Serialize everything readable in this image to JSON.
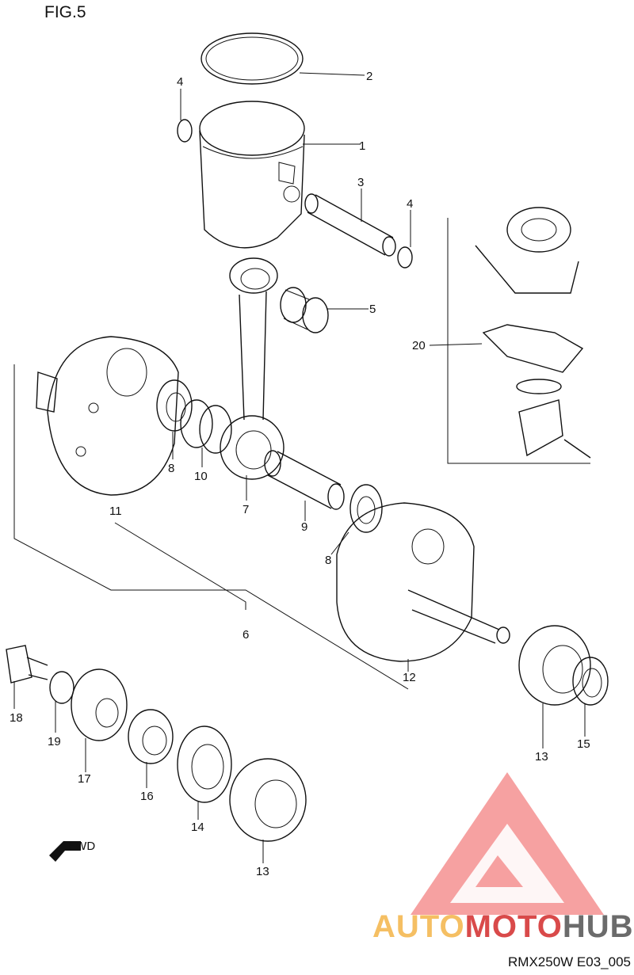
{
  "figure": {
    "title": "FIG.5",
    "code": "RMX250W E03_005"
  },
  "watermark": {
    "part1": "AUTO",
    "part2": "MOTO",
    "part3": "HUB",
    "color_logo": "#f59090",
    "color_orange": "#f5bf63",
    "color_red": "#d94a4a",
    "color_gray": "#6b6b6b"
  },
  "callouts": {
    "c1": "1",
    "c2": "2",
    "c3": "3",
    "c4a": "4",
    "c4b": "4",
    "c5": "5",
    "c6": "6",
    "c7": "7",
    "c8a": "8",
    "c8b": "8",
    "c9": "9",
    "c10": "10",
    "c11": "11",
    "c12": "12",
    "c13a": "13",
    "c13b": "13",
    "c14": "14",
    "c15": "15",
    "c16": "16",
    "c17": "17",
    "c18": "18",
    "c19": "19",
    "c20": "20"
  },
  "fwd_label": "FWD"
}
